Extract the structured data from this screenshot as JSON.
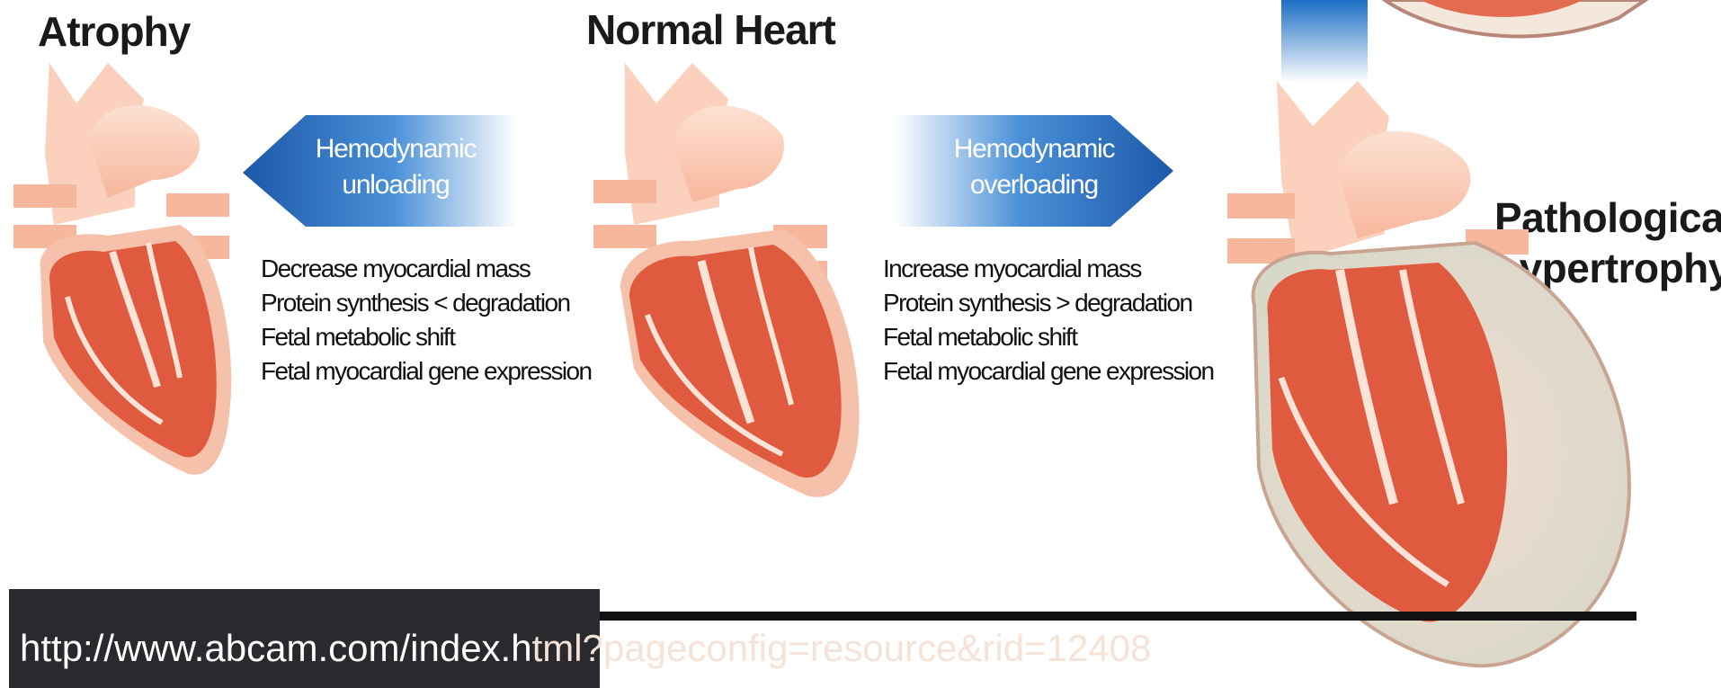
{
  "titles": {
    "atrophy": "Atrophy",
    "normal": "Normal Heart",
    "pathological_line1": "Pathological",
    "pathological_line2": "hypertrophy"
  },
  "arrows": {
    "left": {
      "line1": "Hemodynamic",
      "line2": "unloading"
    },
    "right": {
      "line1": "Hemodynamic",
      "line2": "overloading"
    }
  },
  "effects_left": [
    "Decrease myocardial mass",
    "Protein synthesis < degradation",
    "Fetal metabolic shift",
    "Fetal myocardial gene expression"
  ],
  "effects_right": [
    "Increase myocardial mass",
    "Protein synthesis > degradation",
    "Fetal metabolic shift",
    "Fetal myocardial gene expression"
  ],
  "url": {
    "part1": "http://www.abcam.com/index.h",
    "part2": "tml?pageconfig=resource&rid=12408"
  },
  "colors": {
    "arrow_blue": "#1f5fb0",
    "heart_red": "#e0533a",
    "heart_pink": "#f6b7a0",
    "url_box": "#2a2a2e"
  }
}
